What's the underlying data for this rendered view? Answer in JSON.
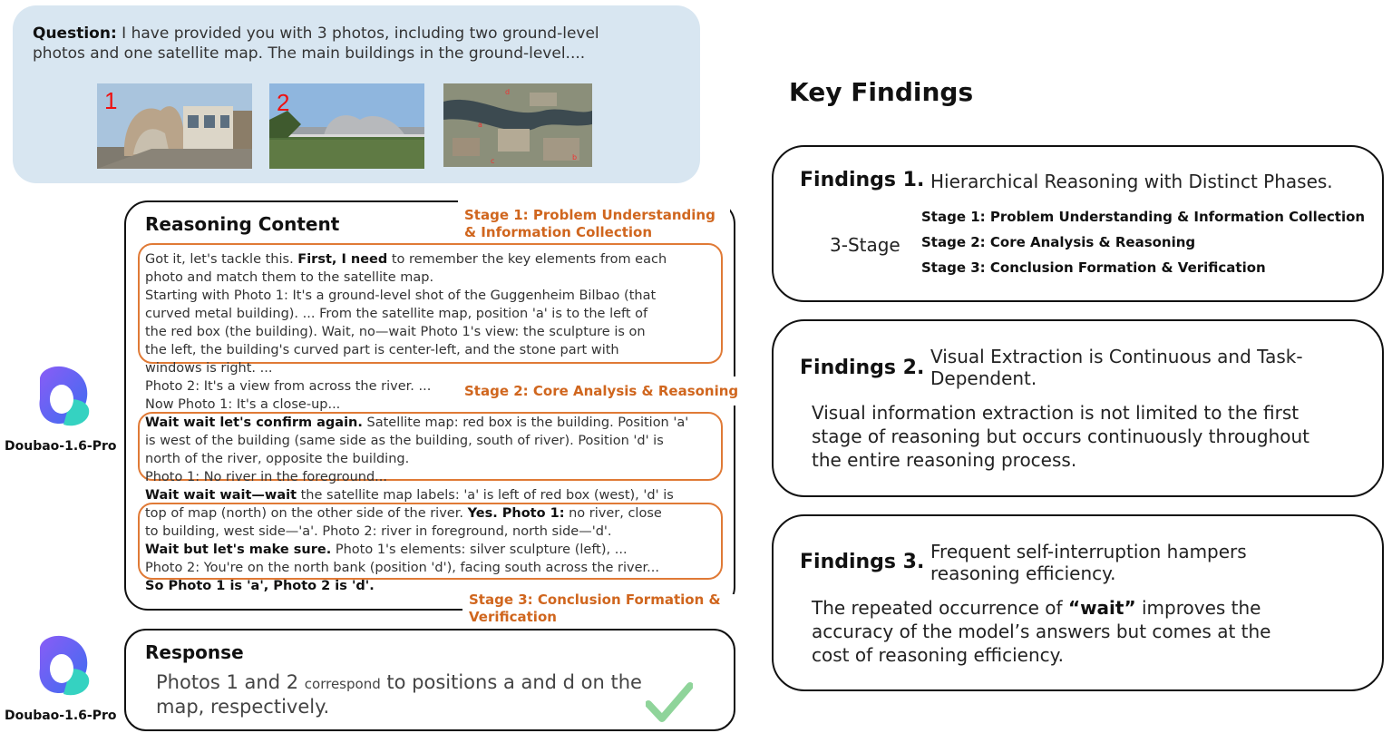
{
  "question": {
    "label": "Question:",
    "text_line1": "I have provided you with 3 photos, including two ground-level",
    "text_line2": "photos and one satellite map. The main buildings in the ground-level....",
    "photos": [
      {
        "number": "1"
      },
      {
        "number": "2"
      },
      {
        "map_labels": [
          "a",
          "d",
          "c",
          "b"
        ]
      }
    ]
  },
  "reasoning": {
    "title": "Reasoning Content",
    "stage1_line1": "Stage 1: Problem Understanding",
    "stage1_line2": "& Information Collection",
    "stage2": "Stage 2: Core Analysis & Reasoning",
    "stage3_line1": "Stage 3: Conclusion Formation &",
    "stage3_line2": "Verification",
    "l1_a": "Got it, let's tackle this. ",
    "l1_b": "First, I need",
    "l1_c": " to remember the key elements from each",
    "l2": "photo and match them to the satellite map.",
    "l3": "Starting with Photo 1: It's a ground-level shot of the Guggenheim Bilbao (that",
    "l4": "curved metal building). ... From the satellite map, position 'a' is to the left of",
    "l5": "the red box (the building). Wait, no—wait Photo 1's view: the sculpture is on",
    "l6": "the left, the building's curved part is center-left, and the stone part with",
    "l7": "windows is right. ...",
    "l8": "Photo 2: It's a view from across the river. ...",
    "l9": "Now Photo 1: It's a close-up...",
    "l10_a": "Wait wait let's confirm again.",
    "l10_b": " Satellite map: red box is the building. Position 'a'",
    "l11": "is west of the building (same side as the building, south of river). Position 'd' is",
    "l12": "north of the river, opposite the building.",
    "l13": "Photo 1: No river in the foreground...",
    "l14_a": "Wait wait wait—wait",
    "l14_b": " the satellite map labels: 'a' is left of red box (west), 'd' is",
    "l15_a": "top of map (north) on the other side of the river. ",
    "l15_b": "Yes. Photo 1:",
    "l15_c": " no river, close",
    "l16": "to building, west side—'a'. Photo 2: river in foreground, north side—'d'.",
    "l17_a": "Wait but let's make sure.",
    "l17_b": " Photo 1's elements: silver sculpture (left), ...",
    "l18": "Photo 2: You're on the north bank (position 'd'), facing south across the river...",
    "l19": "So Photo 1 is 'a', Photo 2 is 'd'."
  },
  "models": {
    "reasoning_model": "Doubao-1.6-Pro",
    "response_model": "Doubao-1.6-Pro"
  },
  "response": {
    "title": "Response",
    "text_a": "Photos 1 and 2 ",
    "text_small": "correspond",
    "text_b": " to positions a and d on the",
    "text_line2": "map, respectively."
  },
  "findings": {
    "title": "Key Findings",
    "f1": {
      "label": "Findings 1.",
      "heading": "Hierarchical Reasoning with Distinct Phases.",
      "stage_count": "3-Stage",
      "stages": [
        "Stage 1: Problem Understanding  & Information Collection",
        "Stage 2: Core Analysis & Reasoning",
        "Stage 3: Conclusion Formation & Verification"
      ]
    },
    "f2": {
      "label": "Findings 2.",
      "heading_line1": "Visual Extraction is Continuous and Task-",
      "heading_line2": "Dependent.",
      "body_line1": "Visual information extraction is not limited to the first",
      "body_line2": "stage of reasoning but occurs continuously throughout",
      "body_line3": "the entire reasoning process."
    },
    "f3": {
      "label": "Findings 3.",
      "heading_line1": "Frequent self-interruption hampers",
      "heading_line2": "reasoning efficiency.",
      "body_line1_a": "The repeated occurrence of ",
      "body_line1_b": "“wait”",
      "body_line1_c": " improves the",
      "body_line2": "accuracy of the model’s answers but comes at the",
      "body_line3": "cost of reasoning efficiency."
    }
  }
}
